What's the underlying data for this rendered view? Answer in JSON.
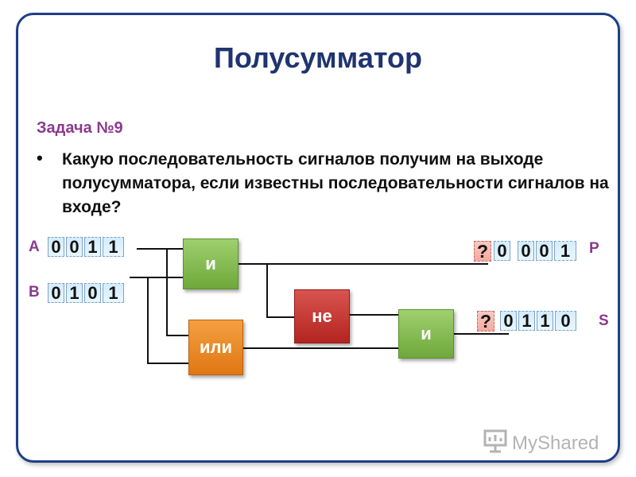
{
  "title": "Полусумматор",
  "task": "Задача №9",
  "bullet": "•",
  "question": "Какую последовательность сигналов получим на выходе полусумматора, если известны последовательности сигналов на входе?",
  "labels": {
    "a": "A",
    "b": "B",
    "p": "P",
    "s": "S"
  },
  "inputs": {
    "a": [
      "0",
      "0",
      "1",
      "1"
    ],
    "b": [
      "0",
      "1",
      "0",
      "1"
    ]
  },
  "outputs": {
    "p": {
      "unknown": "?",
      "values": [
        "0",
        "0",
        "0",
        "1"
      ]
    },
    "s": {
      "unknown": "?",
      "values": [
        "0",
        "1",
        "1",
        "0"
      ]
    }
  },
  "gates": {
    "and1": "и",
    "not1": "не",
    "or1": "или",
    "and2": "и"
  },
  "colors": {
    "title": "#1f3470",
    "accent": "#8a3a8e",
    "and_gate": "#7ab648",
    "not_gate": "#c0302b",
    "or_gate": "#ea8a23",
    "cell": "#d4ecfb",
    "unknown_cell": "#f5aaa0"
  },
  "watermark": {
    "icon": "presentation-board-icon",
    "text": "MyShared"
  }
}
